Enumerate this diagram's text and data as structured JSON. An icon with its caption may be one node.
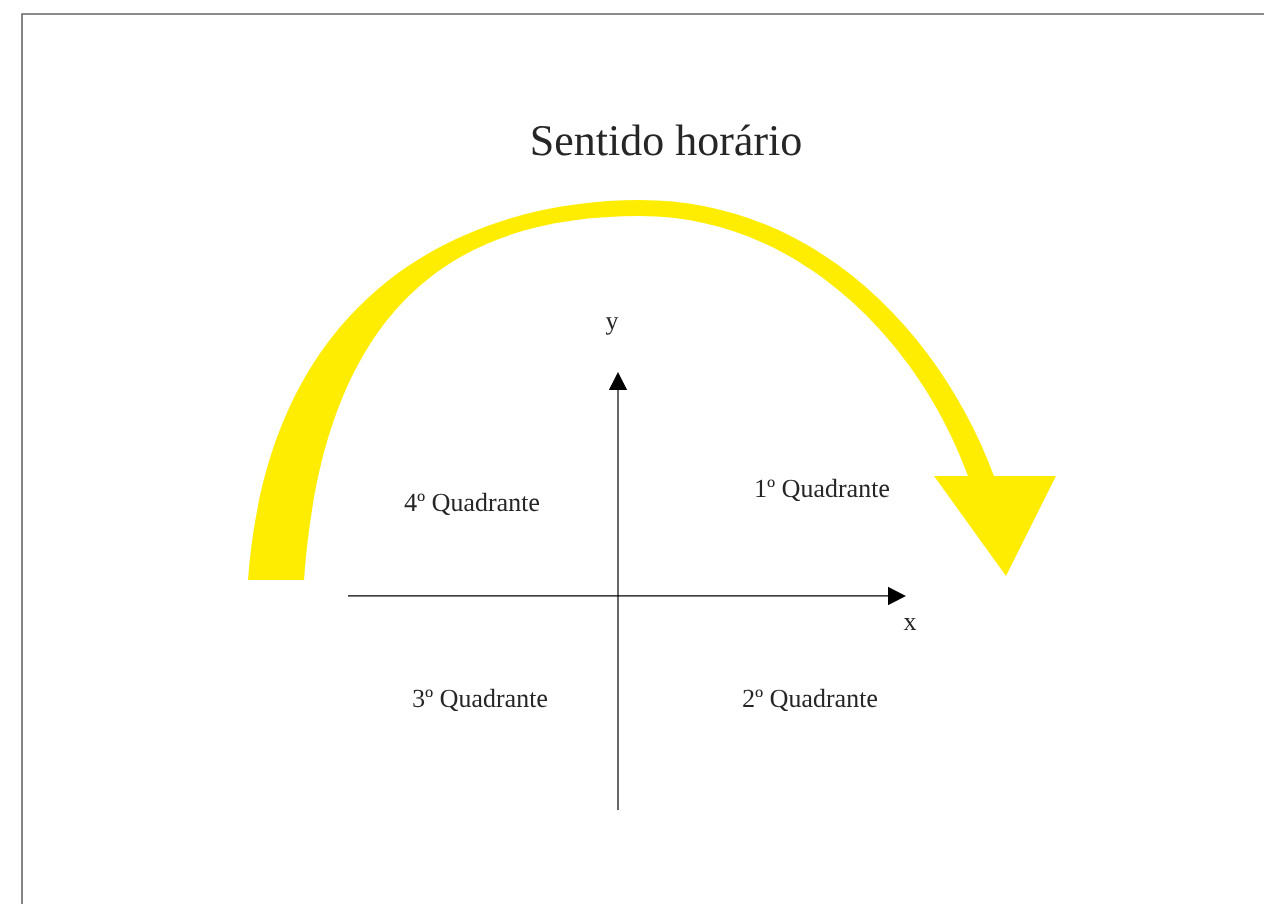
{
  "diagram": {
    "title": "Sentido horário",
    "labels": [
      "y",
      "4º Quadrante",
      "1º Quadrante",
      "x",
      "3º Quadrante",
      "2º Quadrante"
    ]
  }
}
